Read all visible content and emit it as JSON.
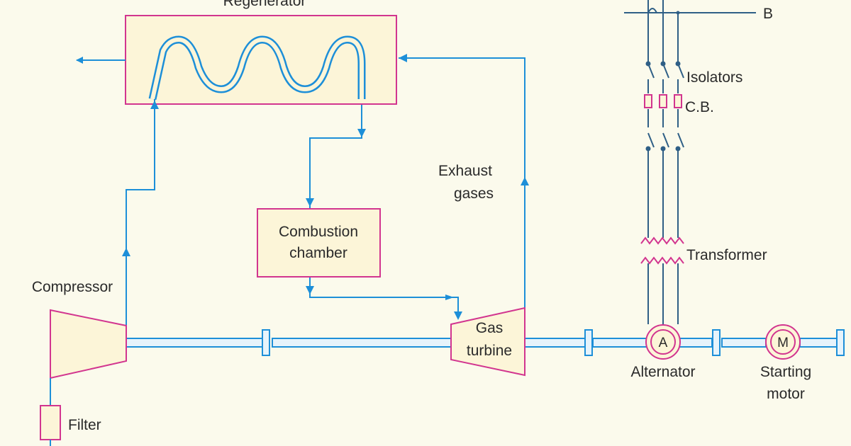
{
  "labels": {
    "regenerator": "Regenerator",
    "combustion_line1": "Combustion",
    "combustion_line2": "chamber",
    "exhaust_line1": "Exhaust",
    "exhaust_line2": "gases",
    "compressor": "Compressor",
    "gas_turbine_line1": "Gas",
    "gas_turbine_line2": "turbine",
    "filter": "Filter",
    "alternator": "Alternator",
    "alternator_symbol": "A",
    "starting_motor_line1": "Starting",
    "starting_motor_line2": "motor",
    "motor_symbol": "M",
    "isolators": "Isolators",
    "circuit_breaker": "C.B.",
    "transformer": "Transformer",
    "bus_b": "B"
  },
  "colors": {
    "background": "#fbfaec",
    "flow_line": "#1d8fd8",
    "box_border": "#d2358f",
    "box_fill": "#fcf5d8",
    "shaft_fill": "#e6f3fb",
    "electrical_line": "#2f5f86",
    "text": "#2a2a2a"
  }
}
